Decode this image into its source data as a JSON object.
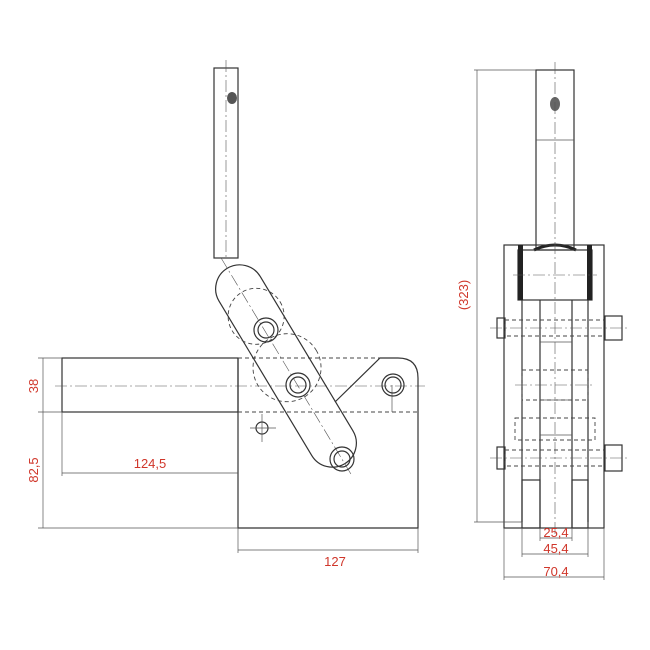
{
  "drawing": {
    "side_view": {
      "dimensions": {
        "bar_height": "38",
        "base_height": "82,5",
        "bar_length": "124,5",
        "base_width": "127"
      }
    },
    "front_view": {
      "dimensions": {
        "overall_height": "(323)",
        "inner_width": "25,4",
        "middle_width": "45,4",
        "outer_width": "70,4"
      }
    },
    "colors": {
      "dimension_text": "#d0362a",
      "lines": "#333333"
    }
  }
}
